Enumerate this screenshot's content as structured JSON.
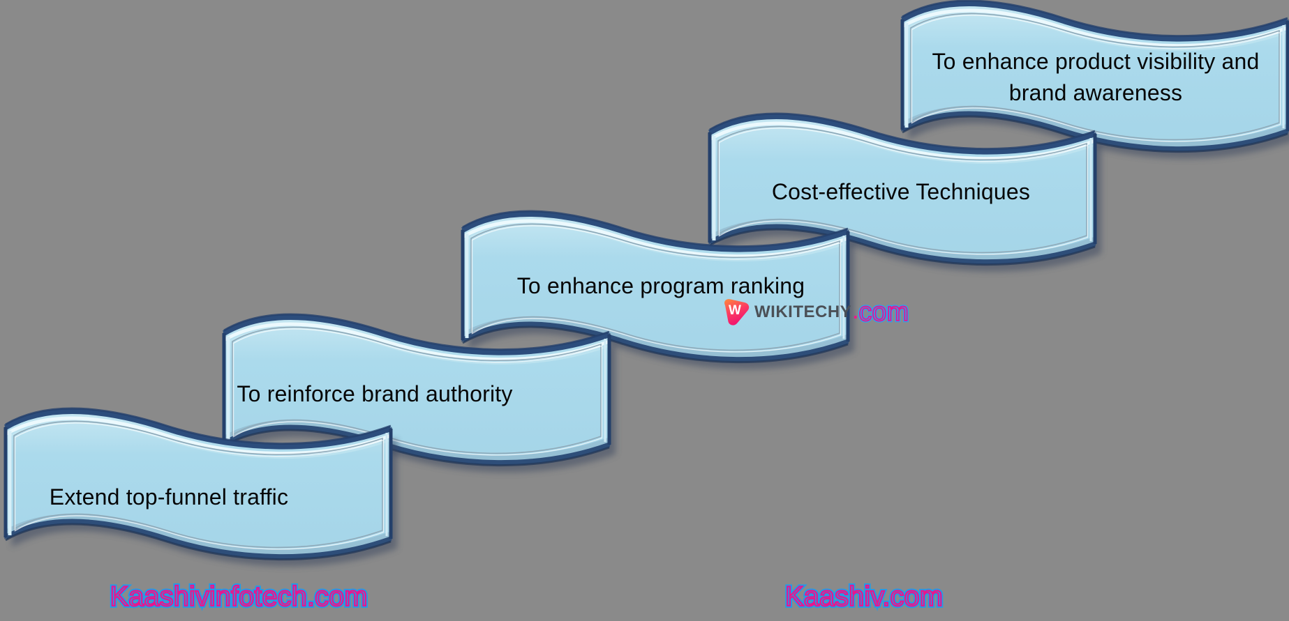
{
  "diagram": {
    "type": "ribbon-steps",
    "description": "Five wave ribbon banners stepping from bottom-left to top-right",
    "steps": [
      {
        "label": "Extend top-funnel traffic"
      },
      {
        "label": "To reinforce brand authority"
      },
      {
        "label": "To enhance program ranking"
      },
      {
        "label": "Cost-effective Techniques"
      },
      {
        "label": "To enhance product visibility and brand awareness"
      }
    ]
  },
  "watermark": {
    "logo_icon": "wikitechy-logo",
    "brand": "WIKITECHY",
    "separator": ".",
    "tld": "com"
  },
  "footer": {
    "left": "Kaashivinfotech.com",
    "right": "Kaashiv.com"
  },
  "colors": {
    "background": "#8a8a8a",
    "banner_fill": "#a9d8e9",
    "banner_fill_light": "#c6e7f2",
    "banner_edge_navy": "#2c4d7c",
    "banner_highlight": "#eefafd",
    "banner_text": "#060606",
    "outline_blue": "#219ce9",
    "outline_magenta": "#e9158d",
    "logo_orange": "#ff8a3d",
    "logo_pink": "#f1136e",
    "brand_gray": "#4b5056"
  }
}
